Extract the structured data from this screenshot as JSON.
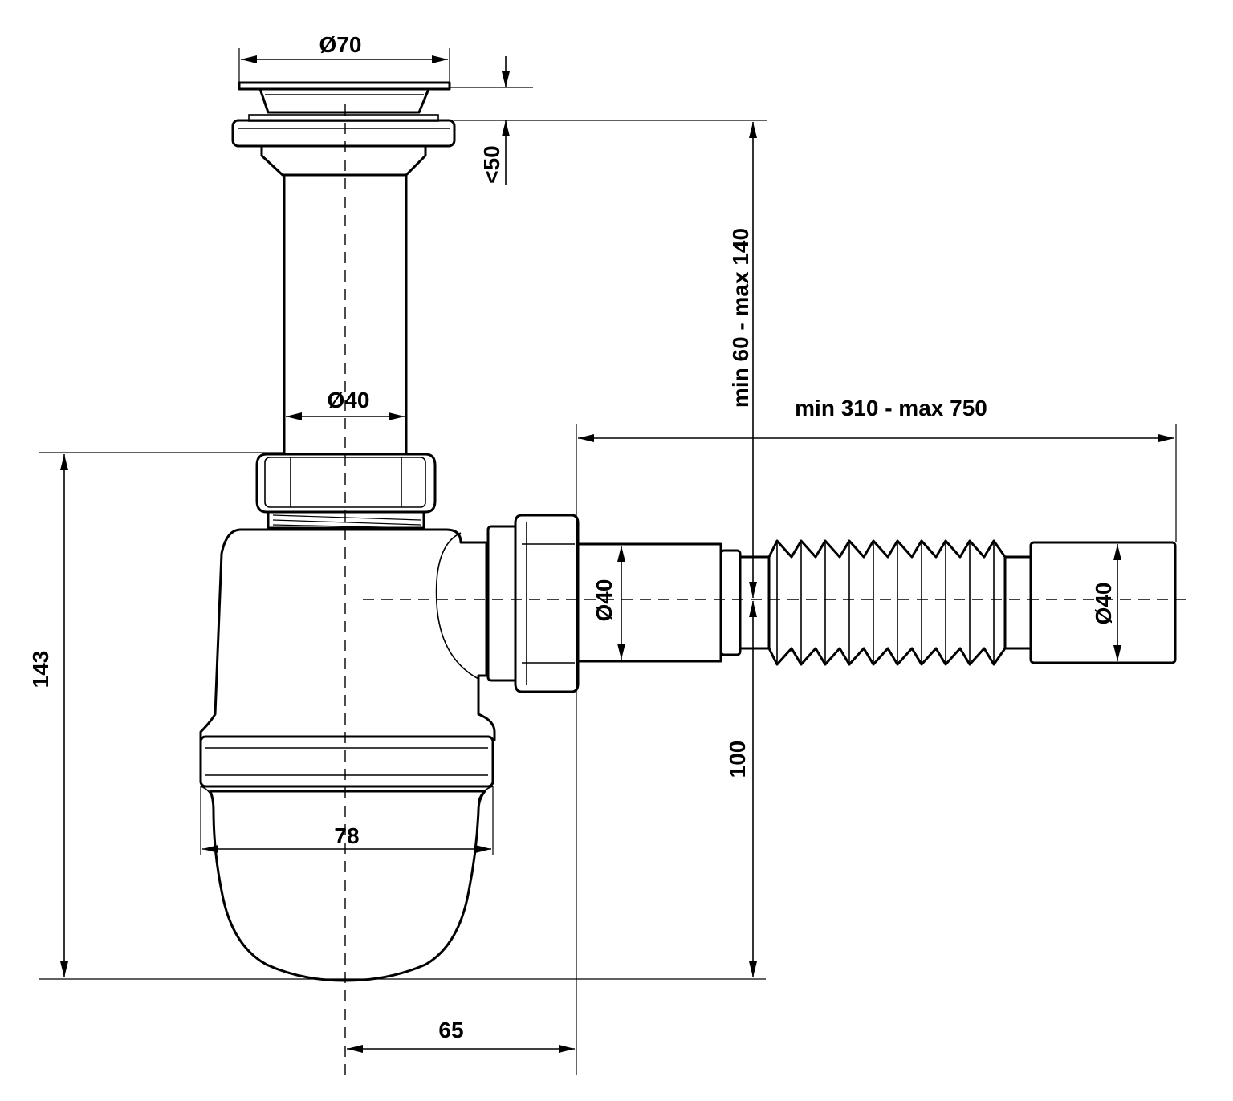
{
  "drawing": {
    "dimensions": {
      "flange_diameter": "Ø70",
      "flange_thickness": "<50",
      "tailpiece_diameter": "Ø40",
      "height_range": "min 60 - max 140",
      "hose_length_range": "min 310 - max 750",
      "outlet_diameter": "Ø40",
      "hose_end_diameter": "Ø40",
      "total_height": "143",
      "outlet_height": "100",
      "bottle_diameter": "78",
      "outlet_offset": "65"
    }
  }
}
